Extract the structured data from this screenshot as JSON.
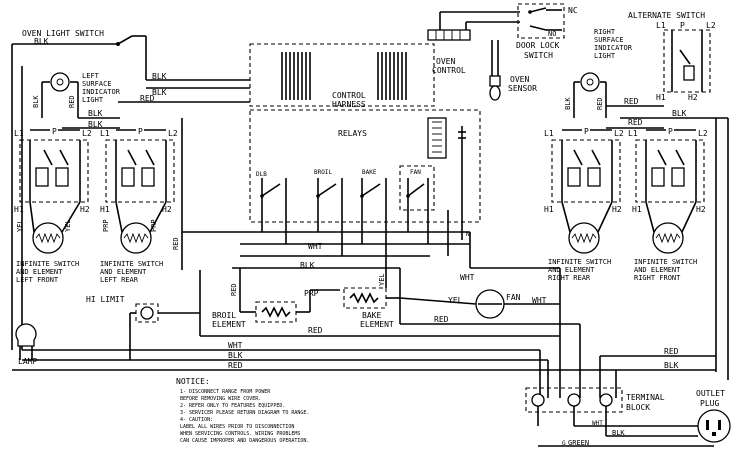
{
  "labels": {
    "oven_light_switch": "OVEN LIGHT SWITCH",
    "left_indicator": [
      "LEFT",
      "SURFACE",
      "INDICATOR",
      "LIGHT"
    ],
    "right_indicator": [
      "RIGHT",
      "SURFACE",
      "INDICATOR",
      "LIGHT"
    ],
    "alternate_switch": "ALTERNATE SWITCH",
    "door_lock_switch": [
      "DOOR LOCK",
      "SWITCH"
    ],
    "nc": "NC",
    "no": "NO",
    "oven_control": [
      "OVEN",
      "CONTROL"
    ],
    "oven_sensor": [
      "OVEN",
      "SENSOR"
    ],
    "control_harness": [
      "CONTROL",
      "HARNESS"
    ],
    "relays": "RELAYS",
    "relay_dlb": "DLB",
    "relay_broil": "BROIL",
    "relay_bake": "BAKE",
    "relay_fan": "FAN",
    "if_left_front": [
      "INFINITE SWITCH",
      "AND ELEMENT",
      "LEFT FRONT"
    ],
    "if_left_rear": [
      "INFINITE SWITCH",
      "AND ELEMENT",
      "LEFT REAR"
    ],
    "if_right_rear": [
      "INFINITE SWITCH",
      "AND ELEMENT",
      "RIGHT REAR"
    ],
    "if_right_front": [
      "INFINITE SWITCH",
      "AND ELEMENT",
      "RIGHT FRONT"
    ],
    "hi_limit": "HI LIMIT",
    "broil_element": [
      "BROIL",
      "ELEMENT"
    ],
    "bake_element": [
      "BAKE",
      "ELEMENT"
    ],
    "fan": "FAN",
    "lamp": "LAMP",
    "terminal_block": [
      "TERMINAL",
      "BLOCK"
    ],
    "outlet_plug": [
      "OUTLET",
      "PLUG"
    ],
    "l1": "L1",
    "l2": "L2",
    "h1": "H1",
    "h2": "H2",
    "p": "P",
    "n": "N"
  },
  "wires": {
    "blk": "BLK",
    "red": "RED",
    "wht": "WHT",
    "yel": "YEL",
    "prp": "PRP",
    "green": "GREEN",
    "g": "G"
  },
  "notice": {
    "title": "NOTICE:",
    "lines": [
      "1- DISCONNECT RANGE FROM POWER",
      "   BEFORE REMOVING WIRE COVER.",
      "2- REFER ONLY TO FEATURES EQUIPPED.",
      "3- SERVICER PLEASE RETURN DIAGRAM TO RANGE.",
      "4- CAUTION:",
      "   LABEL ALL WIRES PRIOR TO DISCONNECTION",
      "   WHEN SERVICING CONTROLS. WIRING PROBLEMS",
      "   CAN CAUSE IMPROPER AND DANGEROUS OPERATION."
    ]
  }
}
